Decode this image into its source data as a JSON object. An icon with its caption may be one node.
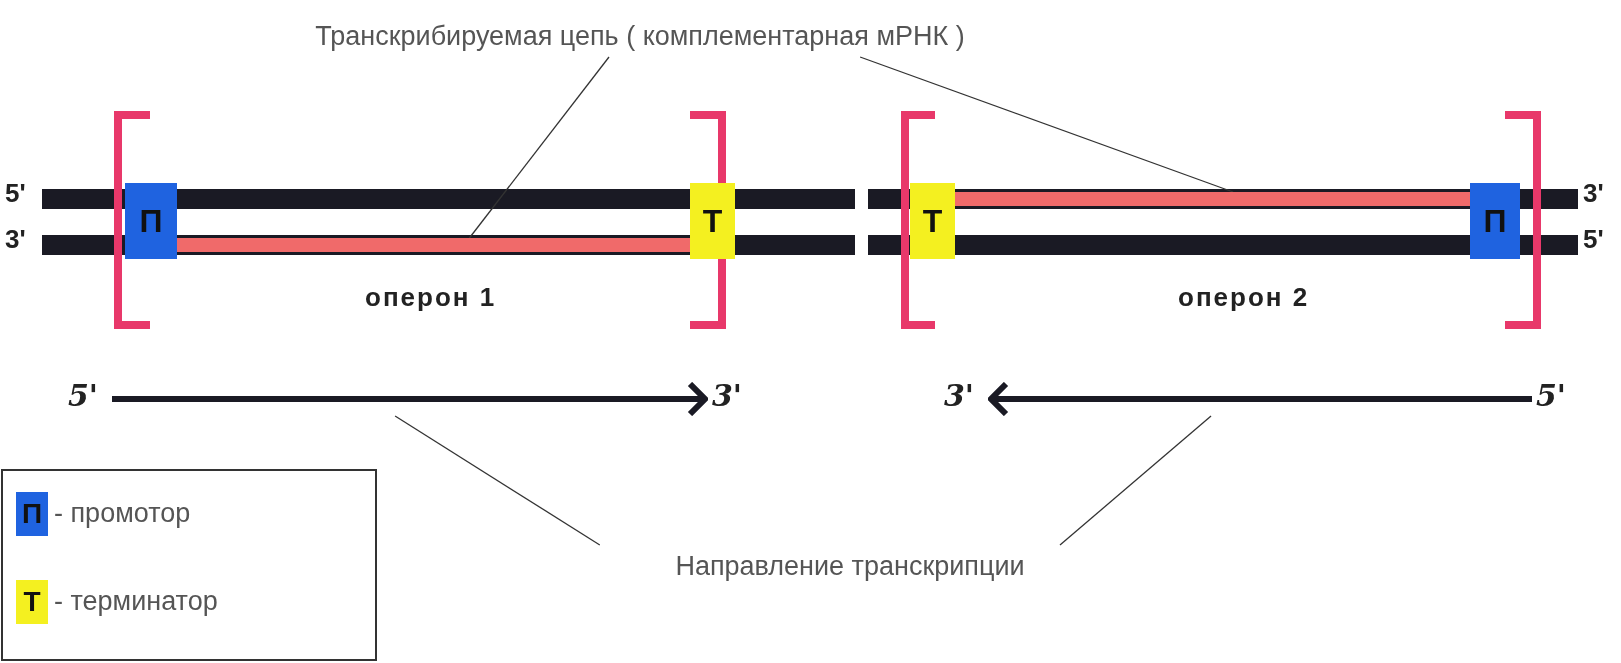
{
  "diagram": {
    "nodes": [
      {
        "text": [
          "Транскрибируемая цепь ( комплементарная мРНК )"
        ]
      },
      {
        "text": [
          "П"
        ]
      },
      {
        "text": [
          "Т"
        ]
      },
      {
        "text": [
          "Т"
        ]
      },
      {
        "text": [
          "П"
        ]
      },
      {
        "text": [],
        "shape": "bar"
      },
      {
        "text": [],
        "shape": "bar"
      },
      {
        "text": [],
        "shape": "arrow",
        "beside": [
          "5'",
          "3'"
        ]
      },
      {
        "text": [],
        "shape": "arrow",
        "beside": [
          "3'",
          "5'"
        ]
      },
      {
        "text": [
          "Направление транскрипции"
        ]
      }
    ],
    "edges": [
      {
        "from": 0,
        "to": 5,
        "arrow": "none"
      },
      {
        "from": 0,
        "to": 6,
        "arrow": "none"
      },
      {
        "from": 9,
        "to": 7,
        "arrow": "none"
      },
      {
        "from": 9,
        "to": 8,
        "arrow": "none"
      }
    ],
    "labels": [
      "5'",
      "3'",
      "3'",
      "5'",
      "оперон 1",
      "оперон 2",
      "П",
      "Т"
    ],
    "legend": [
      {
        "text": "- промотор",
        "color": "#1f63e0"
      },
      {
        "text": "- терминатор",
        "color": "#f4f020"
      }
    ]
  }
}
